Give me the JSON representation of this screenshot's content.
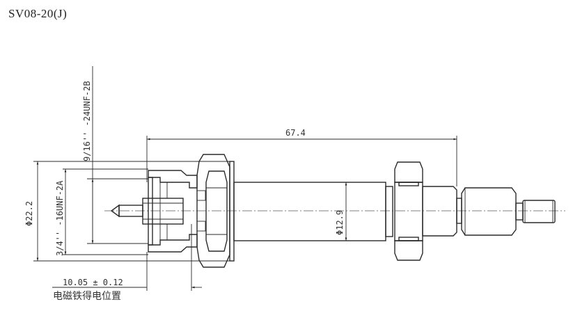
{
  "title": "SV08-20(J)",
  "drawing": {
    "type": "cartridge valve cross-section (side view)",
    "dimensions": {
      "overall_length": "67.4",
      "outer_diameter": "Φ22.2",
      "body_diameter": "Φ12.9",
      "thread_large": "3/4'' -16UNF-2A",
      "thread_small": "9/16'' -24UNF-2B",
      "position_tolerance": "10.05 ± 0.12"
    },
    "notes": {
      "energized_position": "电磁铁得电位置"
    }
  }
}
